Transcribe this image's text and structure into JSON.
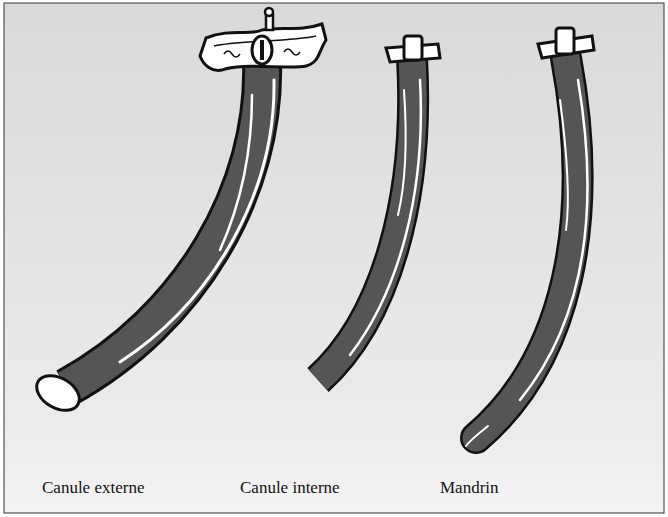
{
  "diagram": {
    "labels": [
      "Canule externe",
      "Canule interne",
      "Mandrin"
    ]
  }
}
